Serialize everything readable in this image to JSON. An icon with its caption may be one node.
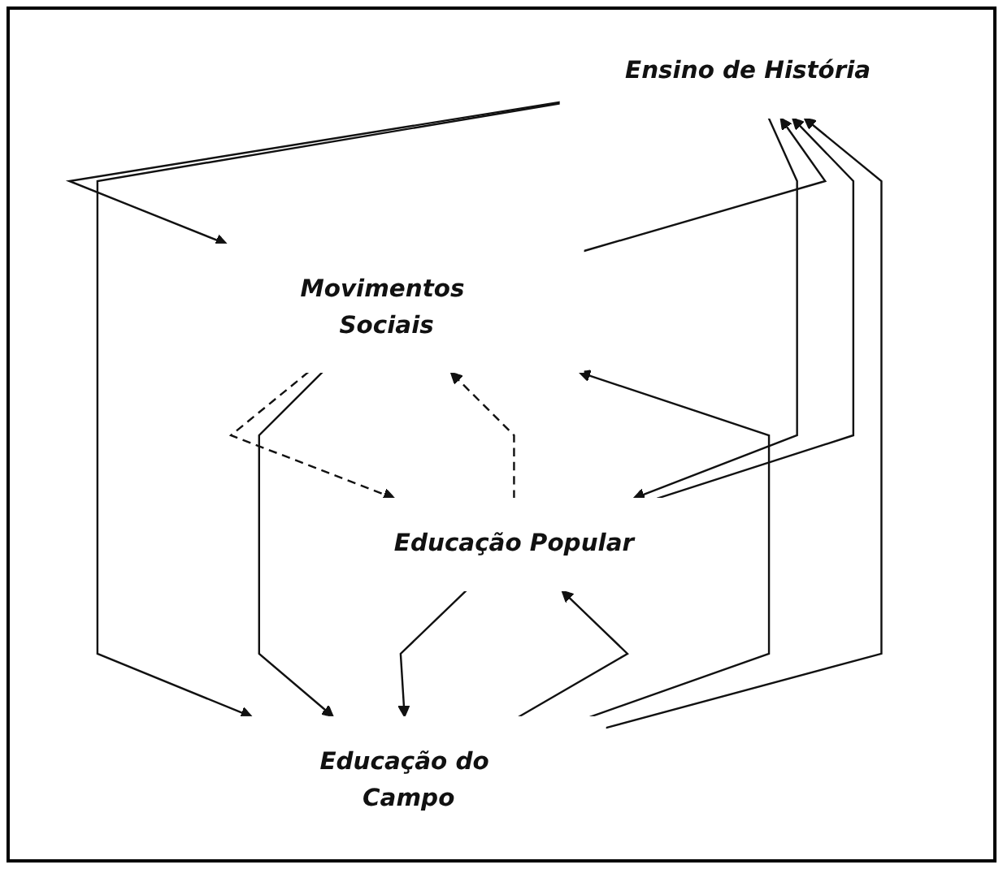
{
  "diagram": {
    "nodes": [
      {
        "text": [
          "Ensino de História"
        ]
      },
      {
        "text": [
          "Movimentos Sociais"
        ]
      },
      {
        "text": [
          "Educação Popular"
        ]
      },
      {
        "text": [
          "Educação do Campo"
        ]
      }
    ],
    "edges": [
      {
        "from": 0,
        "to": 1,
        "arrow": "to"
      },
      {
        "from": 1,
        "to": 0,
        "arrow": "to"
      },
      {
        "from": 3,
        "to": 0,
        "arrow": "to"
      },
      {
        "from": 0,
        "to": 3,
        "arrow": "to"
      },
      {
        "from": 2,
        "to": 0,
        "arrow": "to"
      },
      {
        "from": 0,
        "to": 2,
        "arrow": "to"
      },
      {
        "from": 1,
        "to": 2,
        "arrow": "to",
        "style": "dashed"
      },
      {
        "from": 2,
        "to": 1,
        "arrow": "to",
        "style": "dashed"
      },
      {
        "from": 1,
        "to": 3,
        "arrow": "to"
      },
      {
        "from": 3,
        "to": 1,
        "arrow": "to"
      },
      {
        "from": 3,
        "to": 2,
        "arrow": "to"
      },
      {
        "from": 2,
        "to": 3,
        "arrow": "to"
      }
    ]
  }
}
